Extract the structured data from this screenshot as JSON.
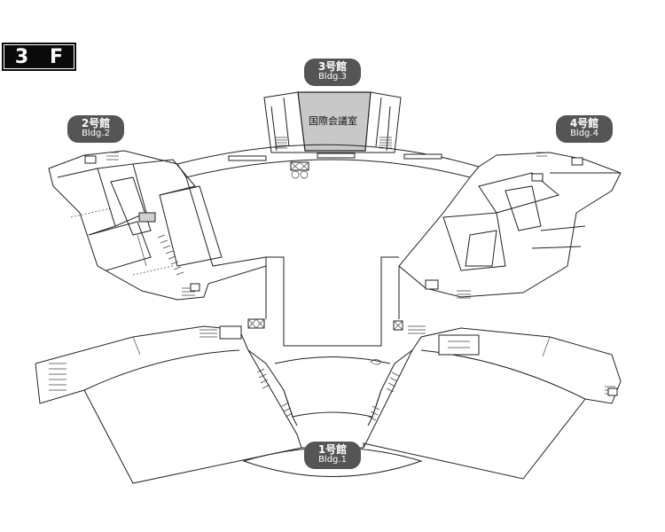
{
  "floor": {
    "number": "3",
    "suffix": "F"
  },
  "buildings": {
    "bldg1": {
      "name": "1号館",
      "en": "Bldg.1"
    },
    "bldg2": {
      "name": "2号館",
      "en": "Bldg.2"
    },
    "bldg3": {
      "name": "3号館",
      "en": "Bldg.3"
    },
    "bldg4": {
      "name": "4号館",
      "en": "Bldg.4"
    }
  },
  "rooms": {
    "international_conference_room": {
      "label": "国際会議室",
      "highlight_color": "#c8c8c8"
    }
  },
  "colors": {
    "walls": "#222222",
    "badge": "#0a0a0a",
    "pill": "#555555"
  }
}
